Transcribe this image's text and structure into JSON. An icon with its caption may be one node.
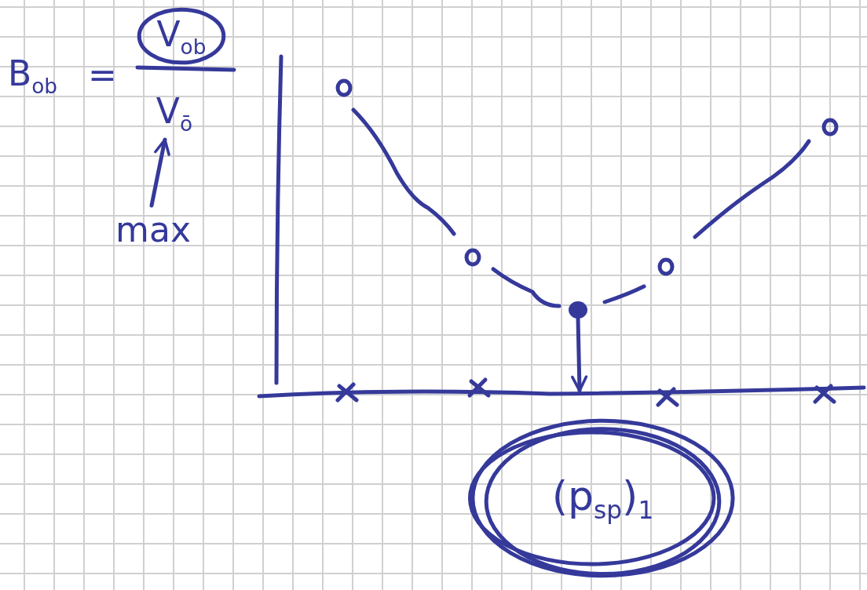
{
  "diagram": {
    "nodes": [
      {
        "text": [
          "V$_{ob}$"
        ]
      },
      {
        "text": [
          "V$_{ō}$"
        ]
      },
      {
        "text": [
          "max"
        ]
      },
      {
        "text": [],
        "shape": "circle"
      },
      {
        "text": [
          "(p$_{sp}$)$_{1}$"
        ]
      }
    ],
    "edges": [
      {
        "from": 2,
        "to": 1,
        "arrow": "to"
      },
      {
        "from": 3,
        "to": null,
        "arrow": "to"
      }
    ],
    "labels": [
      "B$_{ob}$",
      "="
    ]
  }
}
